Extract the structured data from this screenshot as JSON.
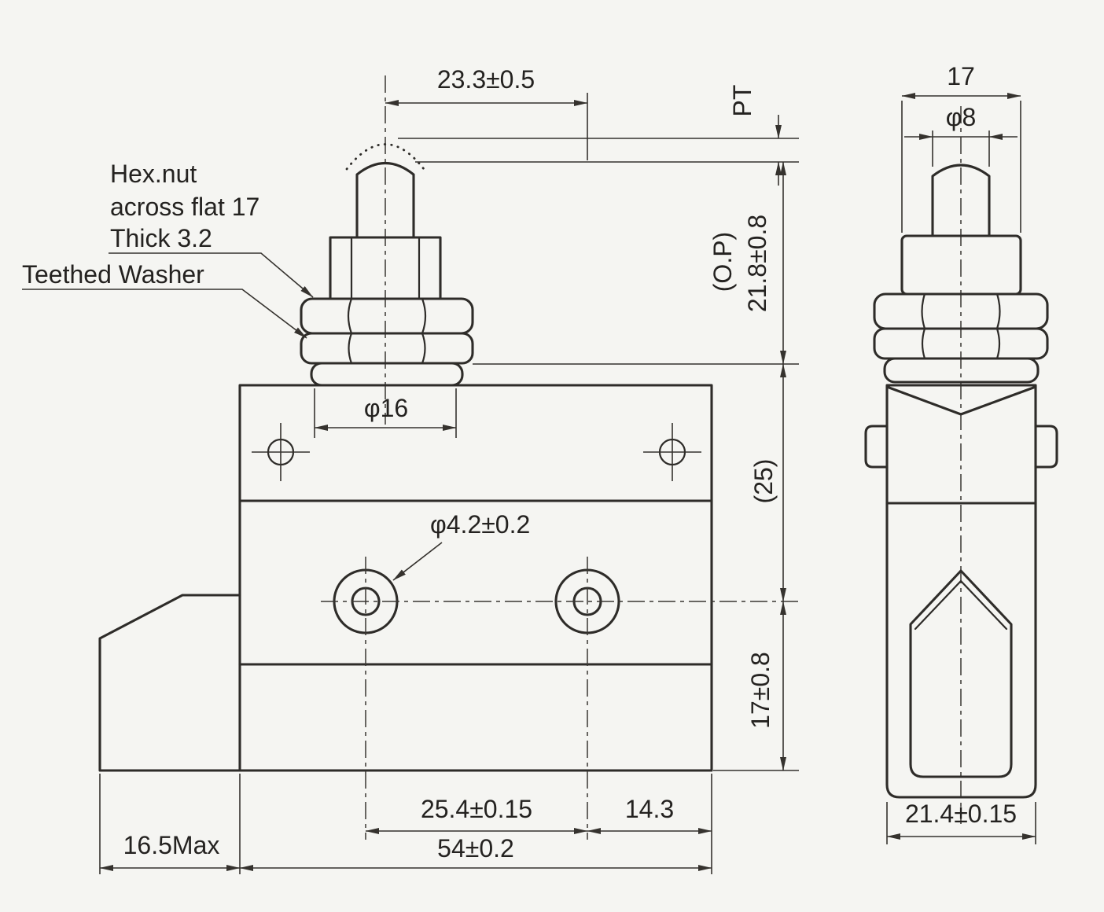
{
  "page": {
    "background": "#f5f5f2",
    "line_color": "#2e2c29",
    "text_color": "#242220"
  },
  "drawing": {
    "type": "technical-dimension-drawing",
    "subject": "panel-mount plunger limit switch, front view and side view"
  },
  "labels": {
    "hex_nut_line1": "Hex.nut",
    "hex_nut_line2": "across flat 17",
    "hex_nut_line3": "Thick 3.2",
    "teethed_washer": "Teethed Washer",
    "pre_travel": "PT",
    "operating_position": "(O.P)"
  },
  "dimensions": {
    "plunger_to_hole": "23.3±0.5",
    "op_height": "21.8±0.8",
    "bushing_dia": "φ16",
    "plate_to_hole": "(25)",
    "mount_hole_dia": "φ4.2±0.2",
    "hole_to_bottom": "17±0.8",
    "hole_spacing": "25.4±0.15",
    "hole_to_edge": "14.3",
    "gland_length": "16.5Max",
    "body_width": "54±0.2",
    "nut_across_flats": "17",
    "plunger_dia": "φ8",
    "body_depth": "21.4±0.15"
  }
}
